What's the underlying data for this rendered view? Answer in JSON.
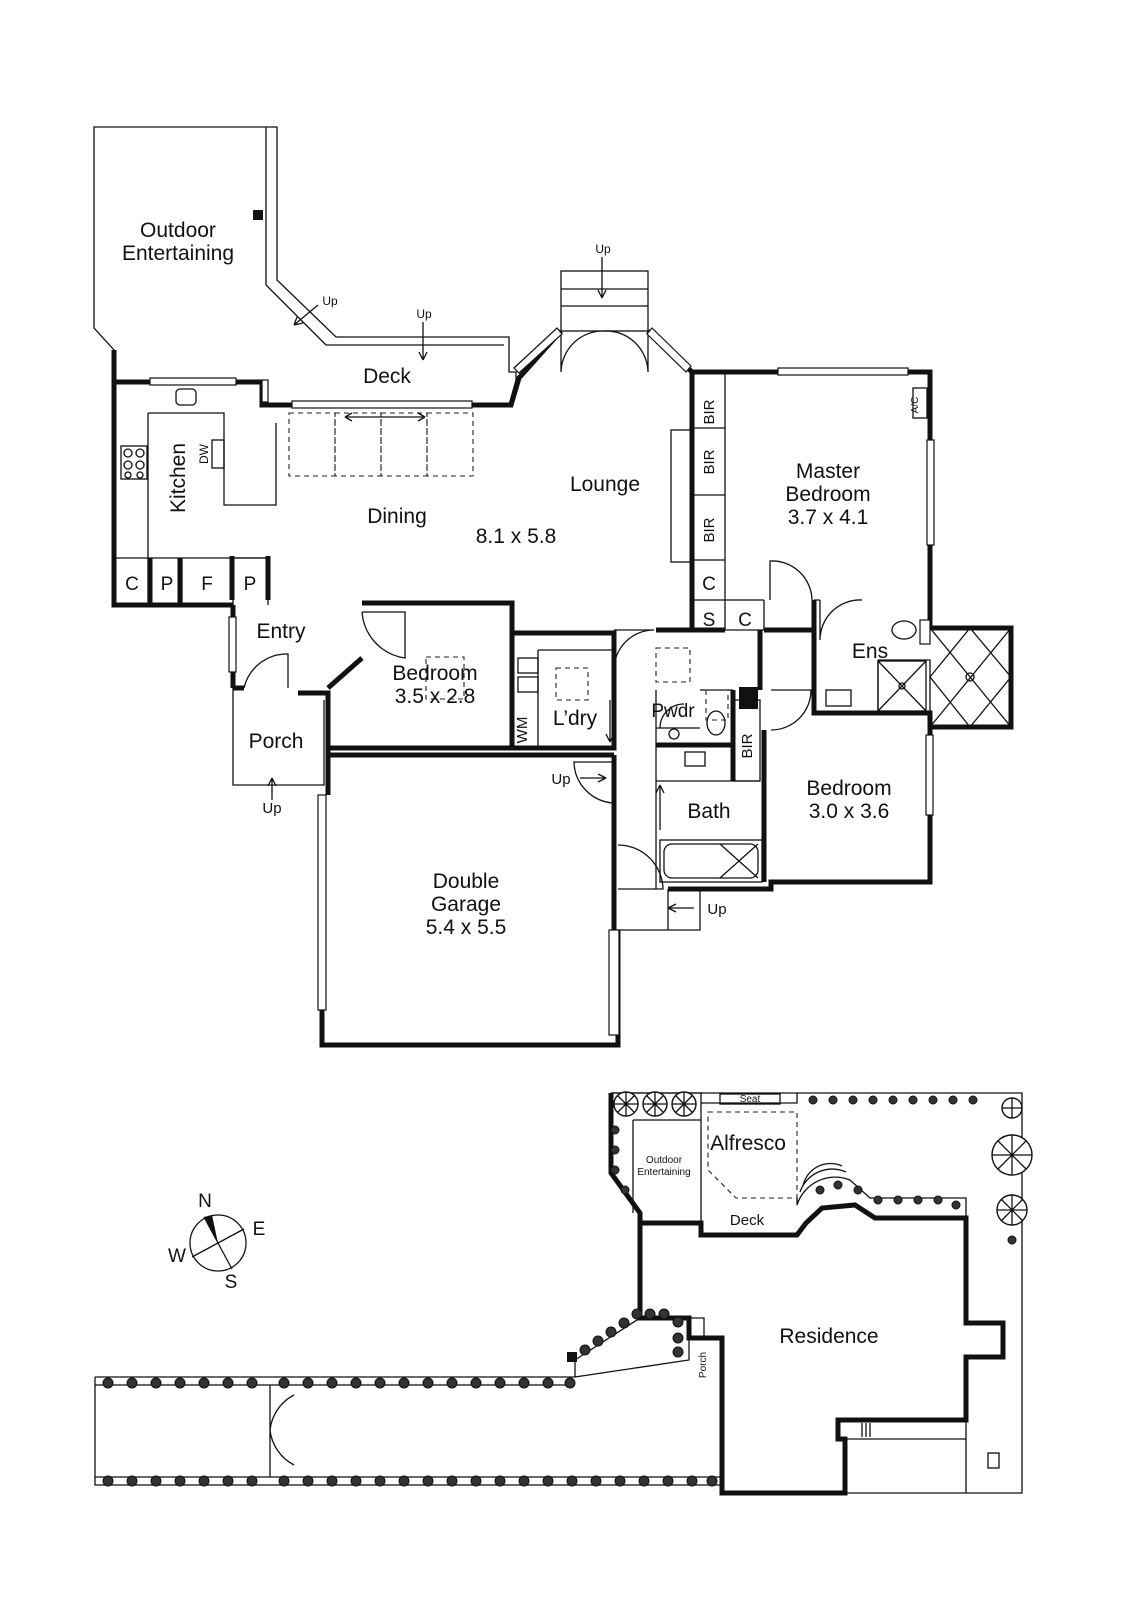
{
  "floor_plan": {
    "rooms": {
      "outdoor_entertaining": [
        "Outdoor",
        "Entertaining"
      ],
      "deck": "Deck",
      "lounge": "Lounge",
      "dining": "Dining",
      "living_size": "8.1 x 5.8",
      "kitchen": "Kitchen",
      "dw": "DW",
      "master_bedroom": [
        "Master",
        "Bedroom",
        "3.7 x 4.1"
      ],
      "ac": "A/C",
      "bir": "BIR",
      "c": "C",
      "s": "S",
      "p": "P",
      "f": "F",
      "entry": "Entry",
      "bedroom2": [
        "Bedroom",
        "3.5 x 2.8"
      ],
      "wm": "WM",
      "laundry": "L’dry",
      "powder": "Pwdr",
      "ensuite": "Ens",
      "bath": "Bath",
      "bedroom3": [
        "Bedroom",
        "3.0 x 3.6"
      ],
      "porch": "Porch",
      "garage": [
        "Double",
        "Garage",
        "5.4 x 5.5"
      ],
      "up": "Up"
    }
  },
  "site_plan": {
    "compass": {
      "n": "N",
      "e": "E",
      "s": "S",
      "w": "W"
    },
    "labels": {
      "seat": "Seat",
      "outdoor_entertaining": [
        "Outdoor",
        "Entertaining"
      ],
      "alfresco": "Alfresco",
      "deck": "Deck",
      "residence": "Residence",
      "porch": "Porch"
    }
  }
}
